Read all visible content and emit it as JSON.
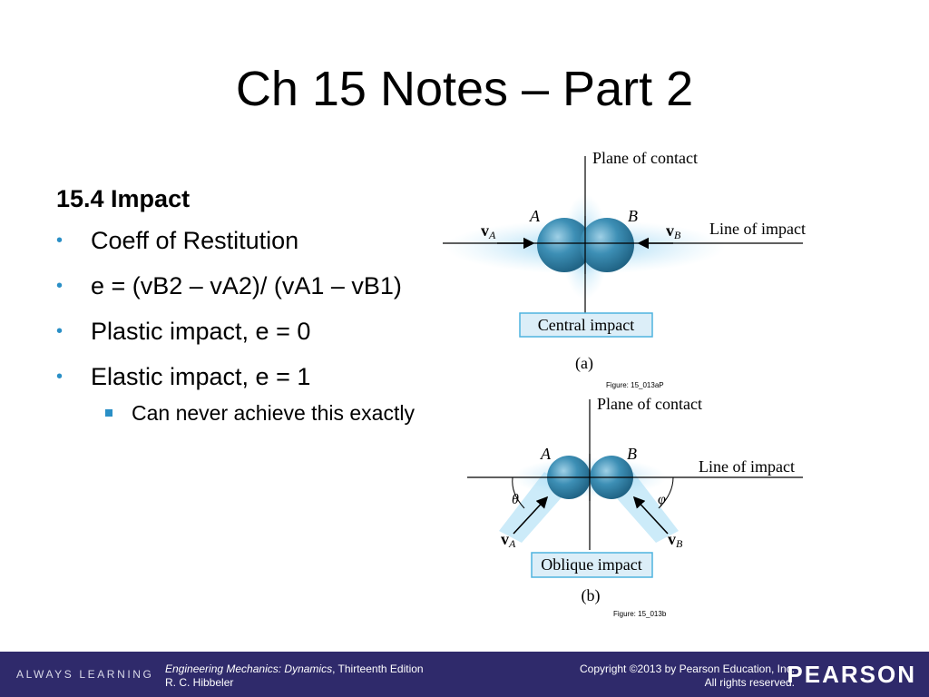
{
  "slide": {
    "title": "Ch 15 Notes – Part 2",
    "heading": "15.4 Impact",
    "bullets": [
      "Coeff of Restitution",
      "e = (vB2 – vA2)/ (vA1 – vB1)",
      "Plastic impact, e = 0",
      "Elastic impact, e = 1"
    ],
    "sub_bullet": "Can never achieve this exactly",
    "bullet_color": "#2a8fc6"
  },
  "figure_a": {
    "plane_label": "Plane of contact",
    "line_label": "Line of impact",
    "label_A": "A",
    "label_B": "B",
    "vA": "v",
    "vA_sub": "A",
    "vB": "v",
    "vB_sub": "B",
    "box_label": "Central impact",
    "part": "(a)",
    "caption": "Figure: 15_013aP"
  },
  "figure_b": {
    "plane_label": "Plane of contact",
    "line_label": "Line of impact",
    "label_A": "A",
    "label_B": "B",
    "theta": "θ",
    "phi": "φ",
    "vA": "v",
    "vA_sub": "A",
    "vB": "v",
    "vB_sub": "B",
    "box_label": "Oblique impact",
    "part": "(b)",
    "caption": "Figure: 15_013b"
  },
  "footer": {
    "tagline": "ALWAYS LEARNING",
    "book_title": "Engineering Mechanics: Dynamics",
    "book_edition": ", Thirteenth Edition",
    "author": "R. C. Hibbeler",
    "copyright": "Copyright ©2013 by Pearson Education, Inc.",
    "rights": "All rights reserved.",
    "brand": "PEARSON",
    "background_color": "#2f2a6b"
  }
}
